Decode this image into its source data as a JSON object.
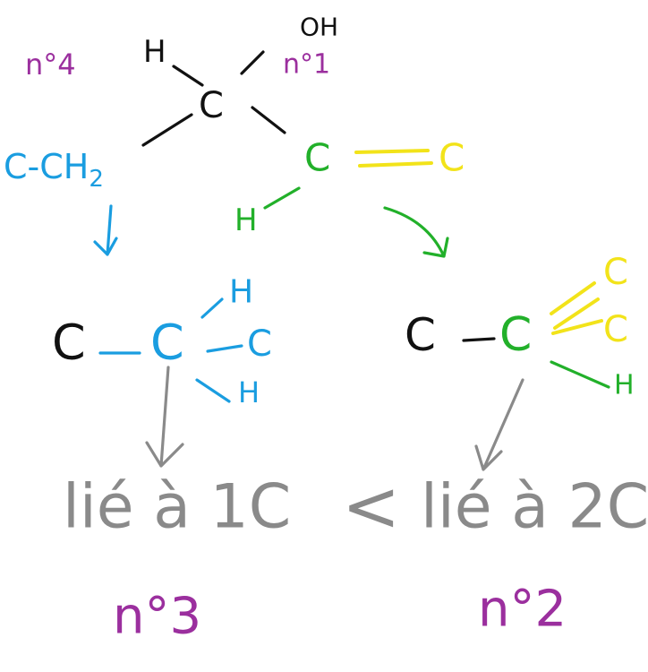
{
  "labels": {
    "top_h": "H",
    "top_oh": "OH",
    "n4": "n°4",
    "n1": "n°1",
    "center_c": "C",
    "ch2_left": "C-CH",
    "ch2_sub": "2",
    "alkyne_c1": "C",
    "alkyne_c2": "C",
    "h_green": "H",
    "left_c": "C",
    "left_center_c": "C",
    "left_h_top": "H",
    "left_c_right": "C",
    "left_h_bottom": "H",
    "right_c": "C",
    "right_center_c": "C",
    "right_c_top": "C",
    "right_c_mid": "C",
    "right_h": "H",
    "lie_1c": "lié à 1C",
    "less_than": "<",
    "lie_2c": "lié à 2C",
    "n3": "n°3",
    "n2": "n°2"
  },
  "colors": {
    "black": "#111111",
    "blue": "#1a9de0",
    "green": "#22b02a",
    "yellow": "#f2e31a",
    "purple": "#9b2f9e",
    "gray": "#8a8a8a"
  }
}
